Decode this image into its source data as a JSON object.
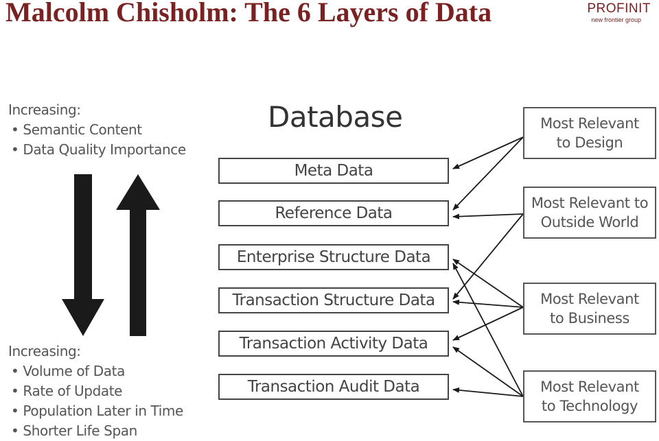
{
  "title": "Malcolm Chisholm: The 6 Layers of Data",
  "logo": {
    "name": "PROFINIT",
    "tagline": "new frontier group"
  },
  "top_text": {
    "heading": "Increasing:",
    "bullets": [
      "Semantic Content",
      "Data Quality Importance"
    ]
  },
  "bottom_text": {
    "heading": "Increasing:",
    "bullets": [
      "Volume of Data",
      "Rate of Update",
      "Population Later in Time",
      "Shorter Life Span"
    ]
  },
  "database": {
    "heading": "Database",
    "layers": [
      "Meta Data",
      "Reference Data",
      "Enterprise Structure Data",
      "Transaction Structure Data",
      "Transaction Activity Data",
      "Transaction Audit Data"
    ]
  },
  "relevance": [
    {
      "line1": "Most Relevant",
      "line2": "to Design"
    },
    {
      "line1": "Most Relevant to",
      "line2": "Outside World"
    },
    {
      "line1": "Most Relevant",
      "line2": "to Business"
    },
    {
      "line1": "Most Relevant",
      "line2": "to Technology"
    }
  ],
  "colors": {
    "title": "#7a2121",
    "ink": "#444444",
    "arrow": "#1a1a1a"
  },
  "icons": [
    "down-arrow-icon",
    "up-arrow-icon"
  ]
}
